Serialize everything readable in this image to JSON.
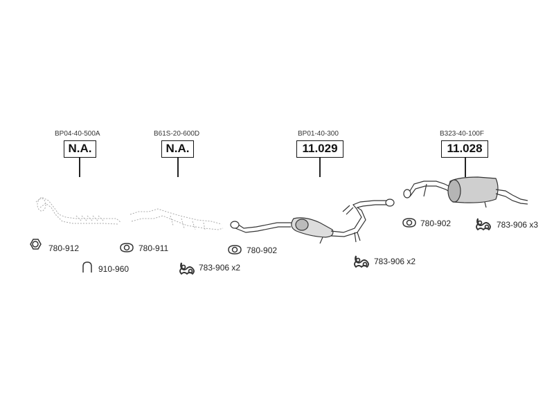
{
  "parts": [
    {
      "ref": "BP04-40-500A",
      "code": "N.A."
    },
    {
      "ref": "B61S-20-600D",
      "code": "N.A."
    },
    {
      "ref": "BP01-40-300",
      "code": "11.029"
    },
    {
      "ref": "B323-40-100F",
      "code": "11.028"
    }
  ],
  "accessories": [
    {
      "label": "780-912"
    },
    {
      "label": "780-911"
    },
    {
      "label": "910-960"
    },
    {
      "label": "780-902"
    },
    {
      "label": "783-906 x2"
    },
    {
      "label": "783-906 x2"
    },
    {
      "label": "780-902"
    },
    {
      "label": "783-906 x3"
    }
  ]
}
